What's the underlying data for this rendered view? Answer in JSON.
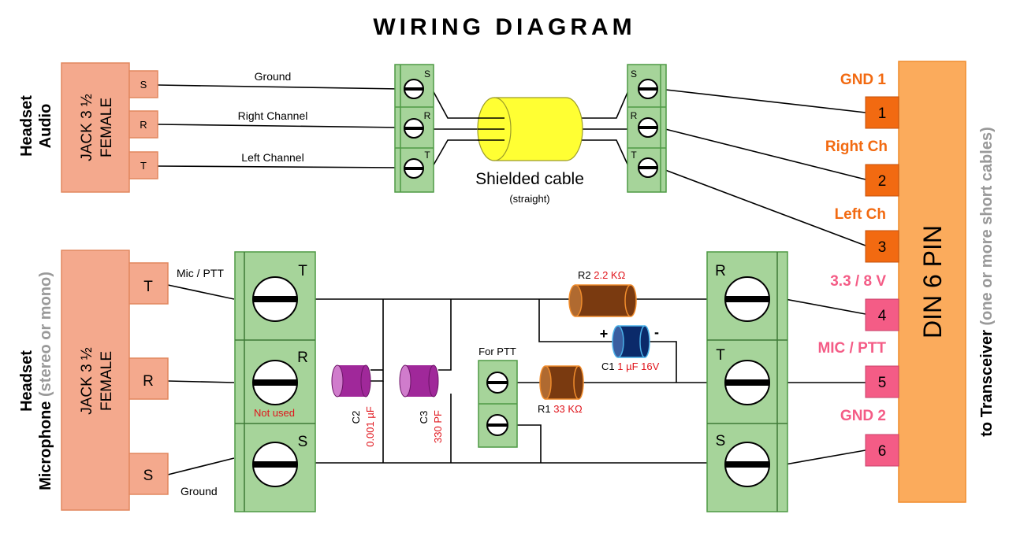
{
  "title": "WIRING DIAGRAM",
  "audio_side": {
    "line1": "Headset",
    "line2": "Audio",
    "jack_line1": "JACK 3 ½",
    "jack_line2": "FEMALE",
    "tabs": [
      "S",
      "R",
      "T"
    ],
    "wire_labels": [
      "Ground",
      "Right Channel",
      "Left Channel"
    ],
    "terminal_letters": [
      "S",
      "R",
      "T"
    ]
  },
  "cable": {
    "label": "Shielded cable",
    "sublabel": "(straight)"
  },
  "mic_side": {
    "line1": "Headset",
    "line2_a": "Microphone",
    "line2_b": "(stereo or mono)",
    "jack_line1": "JACK 3 ½",
    "jack_line2": "FEMALE",
    "tabs": [
      "T",
      "R",
      "S"
    ],
    "mic_ptt_label": "Mic / PTT",
    "ground_label": "Ground",
    "left_terminal_letters": [
      "T",
      "R",
      "S"
    ],
    "not_used": "Not used",
    "right_terminal_letters": [
      "R",
      "T",
      "S"
    ]
  },
  "components": {
    "c2_name": "C2",
    "c2_value": "0.001 µF",
    "c3_name": "C3",
    "c3_value": "330 PF",
    "for_ptt": "For PTT",
    "r1_name": "R1",
    "r1_value": "33 KΩ",
    "r2_name": "R2",
    "r2_value": "2.2 KΩ",
    "c1_name": "C1",
    "c1_value": "1 µF 16V",
    "c1_plus": "+",
    "c1_minus": "-"
  },
  "din": {
    "label": "DIN 6 PIN",
    "pins": [
      "1",
      "2",
      "3",
      "4",
      "5",
      "6"
    ],
    "pin_labels": [
      "GND 1",
      "Right Ch",
      "Left Ch",
      "3.3 / 8 V",
      "MIC / PTT",
      "GND 2"
    ]
  },
  "transceiver": {
    "line_a": "to Transceiver",
    "line_b": "(one or more short cables)"
  },
  "colors": {
    "jack": "#f4a98d",
    "terminal": "#a6d49a",
    "din": "#fbab5c",
    "pin_orange": "#f26a11",
    "pin_pink": "#f45c86",
    "cable": "#ffff33",
    "capacitor_purple": "#a0289a",
    "resistor_brown": "#7a3a10",
    "capacitor_blue": "#0b2a6a",
    "value_red": "#e0141b"
  }
}
